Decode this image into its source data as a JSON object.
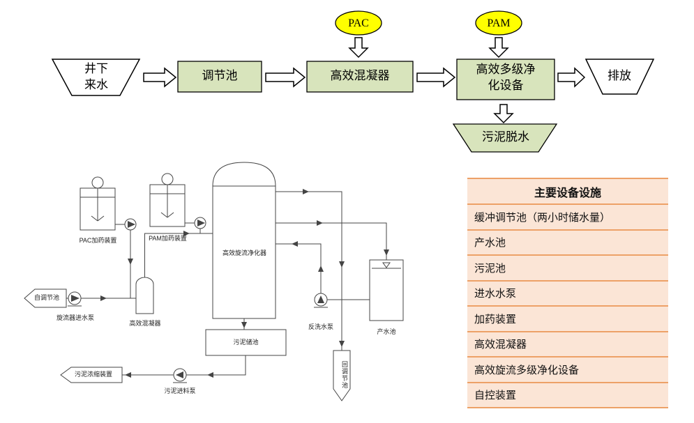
{
  "flowchart": {
    "pac": "PAC",
    "pam": "PAM",
    "source_line1": "井下",
    "source_line2": "来水",
    "step1": "调节池",
    "step2": "高效混凝器",
    "step3_line1": "高效多级净",
    "step3_line2": "化设备",
    "discharge": "排放",
    "sludge_dewatering": "污泥脱水"
  },
  "pid": {
    "pac_doser": "PAC加药装置",
    "pam_doser": "PAM加药装置",
    "main_vessel": "高效旋流净化器",
    "from_pool_tag": "自调节池",
    "inlet_pump": "旋流器进水泵",
    "coagulator": "高效混凝器",
    "sludge_tank": "污泥储池",
    "backwash_pump": "反洗水泵",
    "product_tank": "产水池",
    "thickener_tag": "污泥浓缩装置",
    "sludge_feed_pump": "污泥进料泵",
    "return_pool_tag": "回调节池"
  },
  "equipment_table": {
    "title": "主要设备设施",
    "rows": [
      "缓冲调节池（两小时储水量）",
      "产水池",
      "污泥池",
      "进水水泵",
      "加药装置",
      "高效混凝器",
      "高效旋流多级净化设备",
      "自控装置"
    ]
  },
  "colors": {
    "green_box": "#d8e4bc",
    "yellow": "#ffff00",
    "table_bg": "#fbe5d6",
    "table_line": "#eda167"
  }
}
